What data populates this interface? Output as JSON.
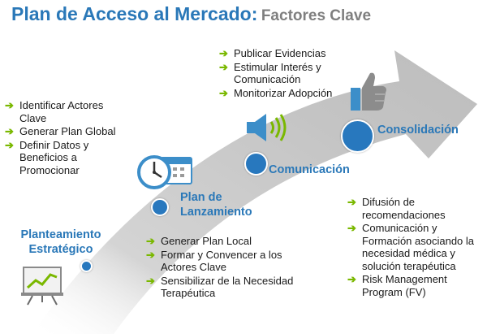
{
  "title": {
    "main": "Plan de Acceso al Mercado:",
    "sub": "Factores Clave"
  },
  "stages": [
    {
      "label": "Planteamiento Estratégico",
      "bullets": [
        "Identificar Actores Clave",
        "Generar Plan Global",
        "Definir Datos y Beneficios a Promocionar"
      ]
    },
    {
      "label": "Plan de Lanzamiento",
      "bullets": [
        "Generar Plan Local",
        "Formar y Convencer a los Actores Clave",
        "Sensibilizar de la Necesidad Terapéutica"
      ]
    },
    {
      "label": "Comunicación",
      "bullets": [
        "Publicar Evidencias",
        "Estimular Interés y Comunicación",
        "Monitorizar Adopción"
      ]
    },
    {
      "label": "Consolidación",
      "bullets": [
        "Difusión de recomendaciones",
        "Comunicación y Formación asociando la necesidad médica y solución terapéutica",
        "Risk Management Program (FV)"
      ]
    }
  ],
  "bullet_marker": "➔",
  "colors": {
    "title_blue": "#2a78b8",
    "subtitle_gray": "#7f7f7f",
    "bullet_green": "#7ab800",
    "dot_blue": "#2878be",
    "arrow_gray": "#c8c8c8"
  },
  "icons": [
    "chart-board-icon",
    "clock-calendar-icon",
    "speaker-icon",
    "thumbs-up-icon"
  ]
}
